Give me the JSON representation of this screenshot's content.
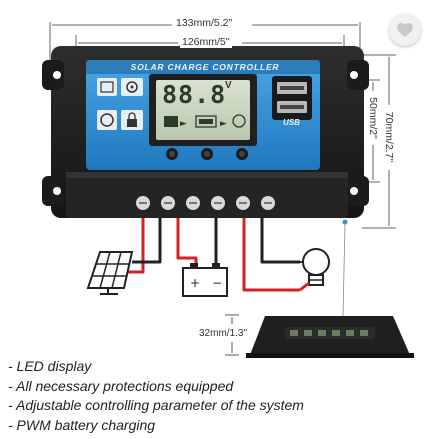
{
  "dimensions": {
    "width_outer": "133mm/5.2\"",
    "width_inner": "126mm/5\"",
    "height_inner": "50mm/2\"",
    "height_outer": "70mm/2.7\"",
    "depth": "32mm/1.3\""
  },
  "controller": {
    "title": "SOLAR CHARGE CONTROLLER",
    "display_value": "88.8",
    "display_unit": "V",
    "usb_label": "USB"
  },
  "features": [
    "- LED display",
    "- All necessary protections equipped",
    "- Adjustable controlling parameter of the system",
    "- PWM battery charging"
  ],
  "icons": {
    "favorite": "heart-icon",
    "solar": "solar-panel-icon",
    "battery": "battery-icon",
    "load": "light-bulb-icon"
  },
  "colors": {
    "panel_blue": "#2f8fd4",
    "housing": "#1c1c1c",
    "wire_red": "#d32222",
    "wire_black": "#222222",
    "dimension_line": "#666666"
  }
}
